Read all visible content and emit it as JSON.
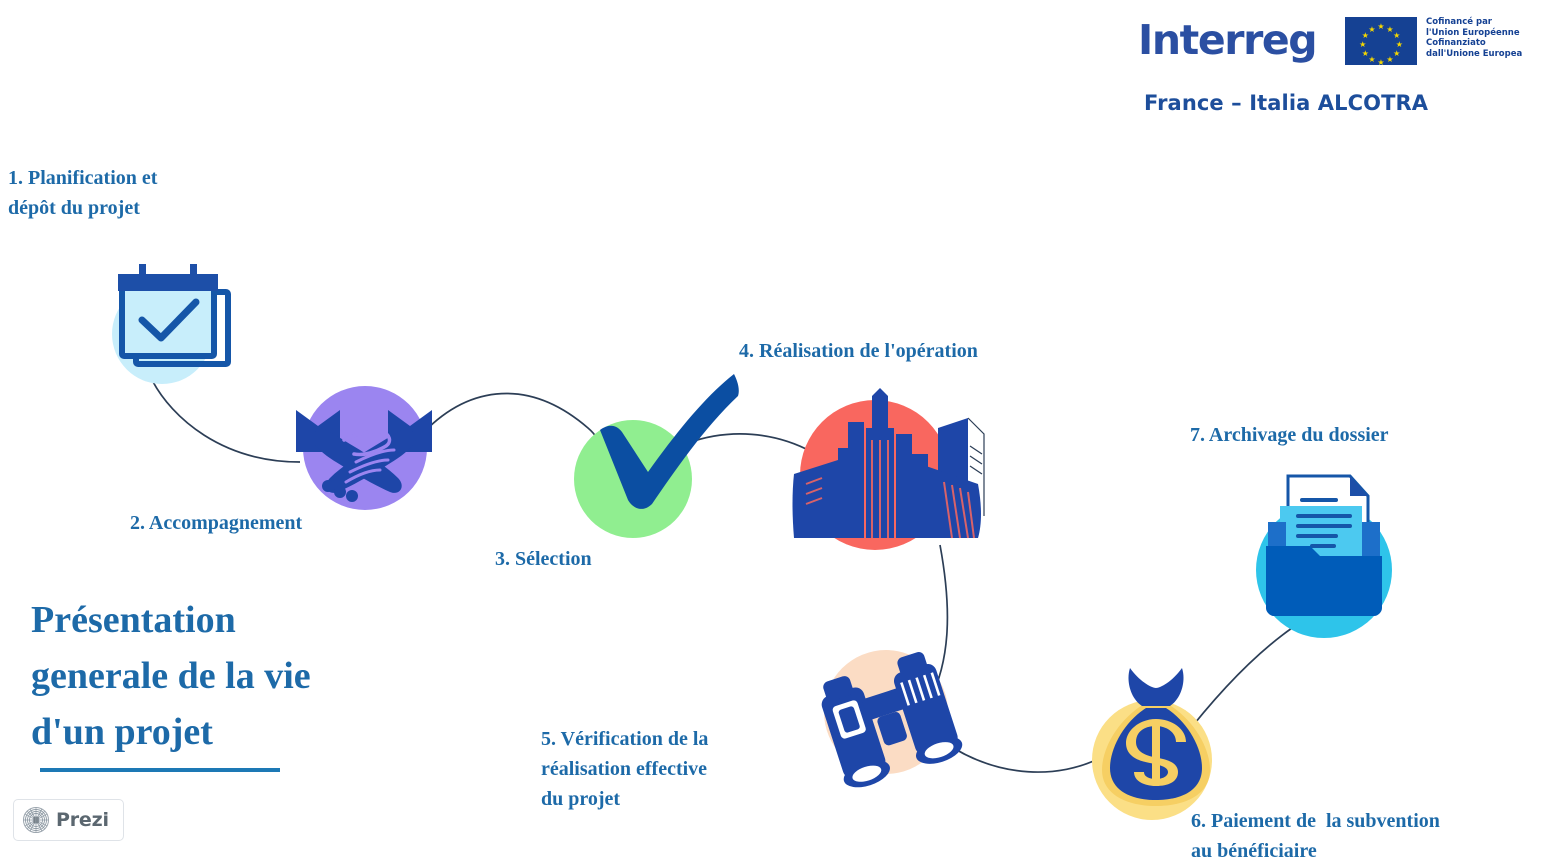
{
  "brand": {
    "interreg": "Interreg",
    "eu_caption_fr_line1": "Cofinancé par",
    "eu_caption_fr_line2": "l'Union Européenne",
    "eu_caption_it_line1": "Cofinanziato",
    "eu_caption_it_line2": "dall'Unione Europea",
    "programme": "France – Italia ALCOTRA",
    "colors": {
      "interreg_blue": "#2b4fa2",
      "eu_flag_blue": "#154193",
      "eu_star_yellow": "#f5d800",
      "programme_blue": "#1d4e9b"
    }
  },
  "title": {
    "line1": "Présentation",
    "line2": "generale de la vie",
    "line3": "d'un projet",
    "color": "#1d6aa8",
    "rule_color": "#1d79b5"
  },
  "steps": [
    {
      "id": 1,
      "label": "1. Planification et\ndépôt du projet",
      "icon": "calendar-check-icon",
      "blob_color": "#c8eefb"
    },
    {
      "id": 2,
      "label": "2. Accompagnement",
      "icon": "handshake-icon",
      "blob_color": "#9b85f0"
    },
    {
      "id": 3,
      "label": "3. Sélection",
      "icon": "checkmark-icon",
      "blob_color": "#90ee90"
    },
    {
      "id": 4,
      "label": "4. Réalisation de l'opération",
      "icon": "city-skyline-icon",
      "blob_color": "#f9675f"
    },
    {
      "id": 5,
      "label": "5. Vérification de la\nréalisation effective\ndu projet",
      "icon": "binoculars-icon",
      "blob_color": "#fbdcc4"
    },
    {
      "id": 6,
      "label": "6. Paiement de  la subvention\nau bénéficiaire",
      "icon": "money-bag-icon",
      "blob_color": "#fbdf86"
    },
    {
      "id": 7,
      "label": "7. Archivage du dossier",
      "icon": "archive-folder-icon",
      "blob_color": "#2ec4ea"
    }
  ],
  "label_color": "#1d6aa8",
  "connector_color": "#2c3e56",
  "icon_dark_blue": "#1e46a8",
  "prezi": {
    "name": "Prezi",
    "icon": "prezi-logo-icon",
    "text_color": "#5b6770"
  }
}
